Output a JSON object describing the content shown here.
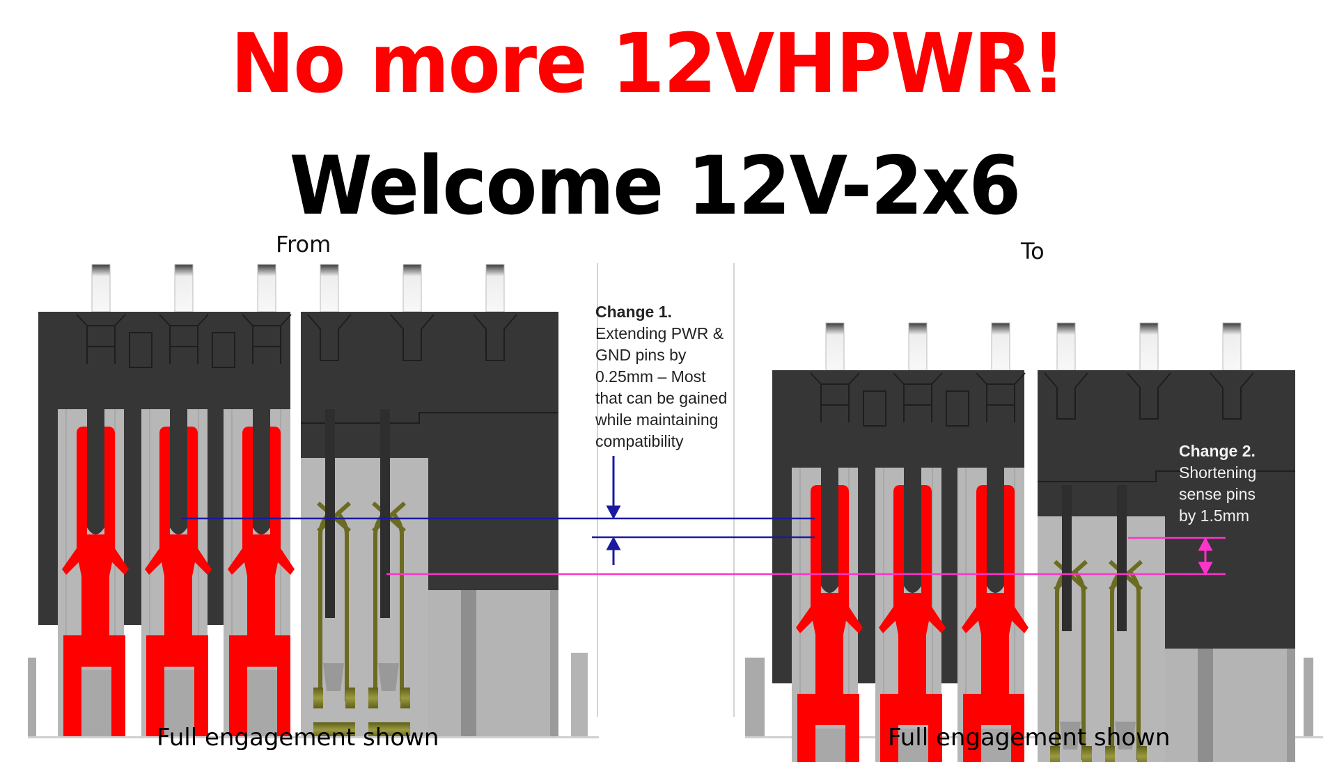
{
  "headline": {
    "line1": "No more 12VHPWR!",
    "line1_color": "#ff0000",
    "line2": "Welcome 12V-2x6",
    "line2_color": "#000000"
  },
  "panels": {
    "from": {
      "label": "From",
      "caption": "Full engagement shown"
    },
    "to": {
      "label": "To",
      "caption": "Full engagement shown"
    }
  },
  "annotations": {
    "change1": {
      "title": "Change 1.",
      "lines": [
        "Extending PWR &",
        "GND pins by",
        "0.25mm – Most",
        "that can be gained",
        "while maintaining",
        "compatibility"
      ],
      "arrow_color": "#1a1aa0"
    },
    "change2": {
      "title": "Change 2.",
      "lines": [
        "Shortening",
        "sense pins",
        "by 1.5mm"
      ],
      "arrow_color": "#ff33cc"
    }
  },
  "colors": {
    "housing_dark": "#363636",
    "housing_light": "#b4b4b4",
    "power_terminal": "#ff0000",
    "sense_terminal": "#6b6b22",
    "blue_reference": "#1a1aa0",
    "magenta_reference": "#ff33cc"
  }
}
